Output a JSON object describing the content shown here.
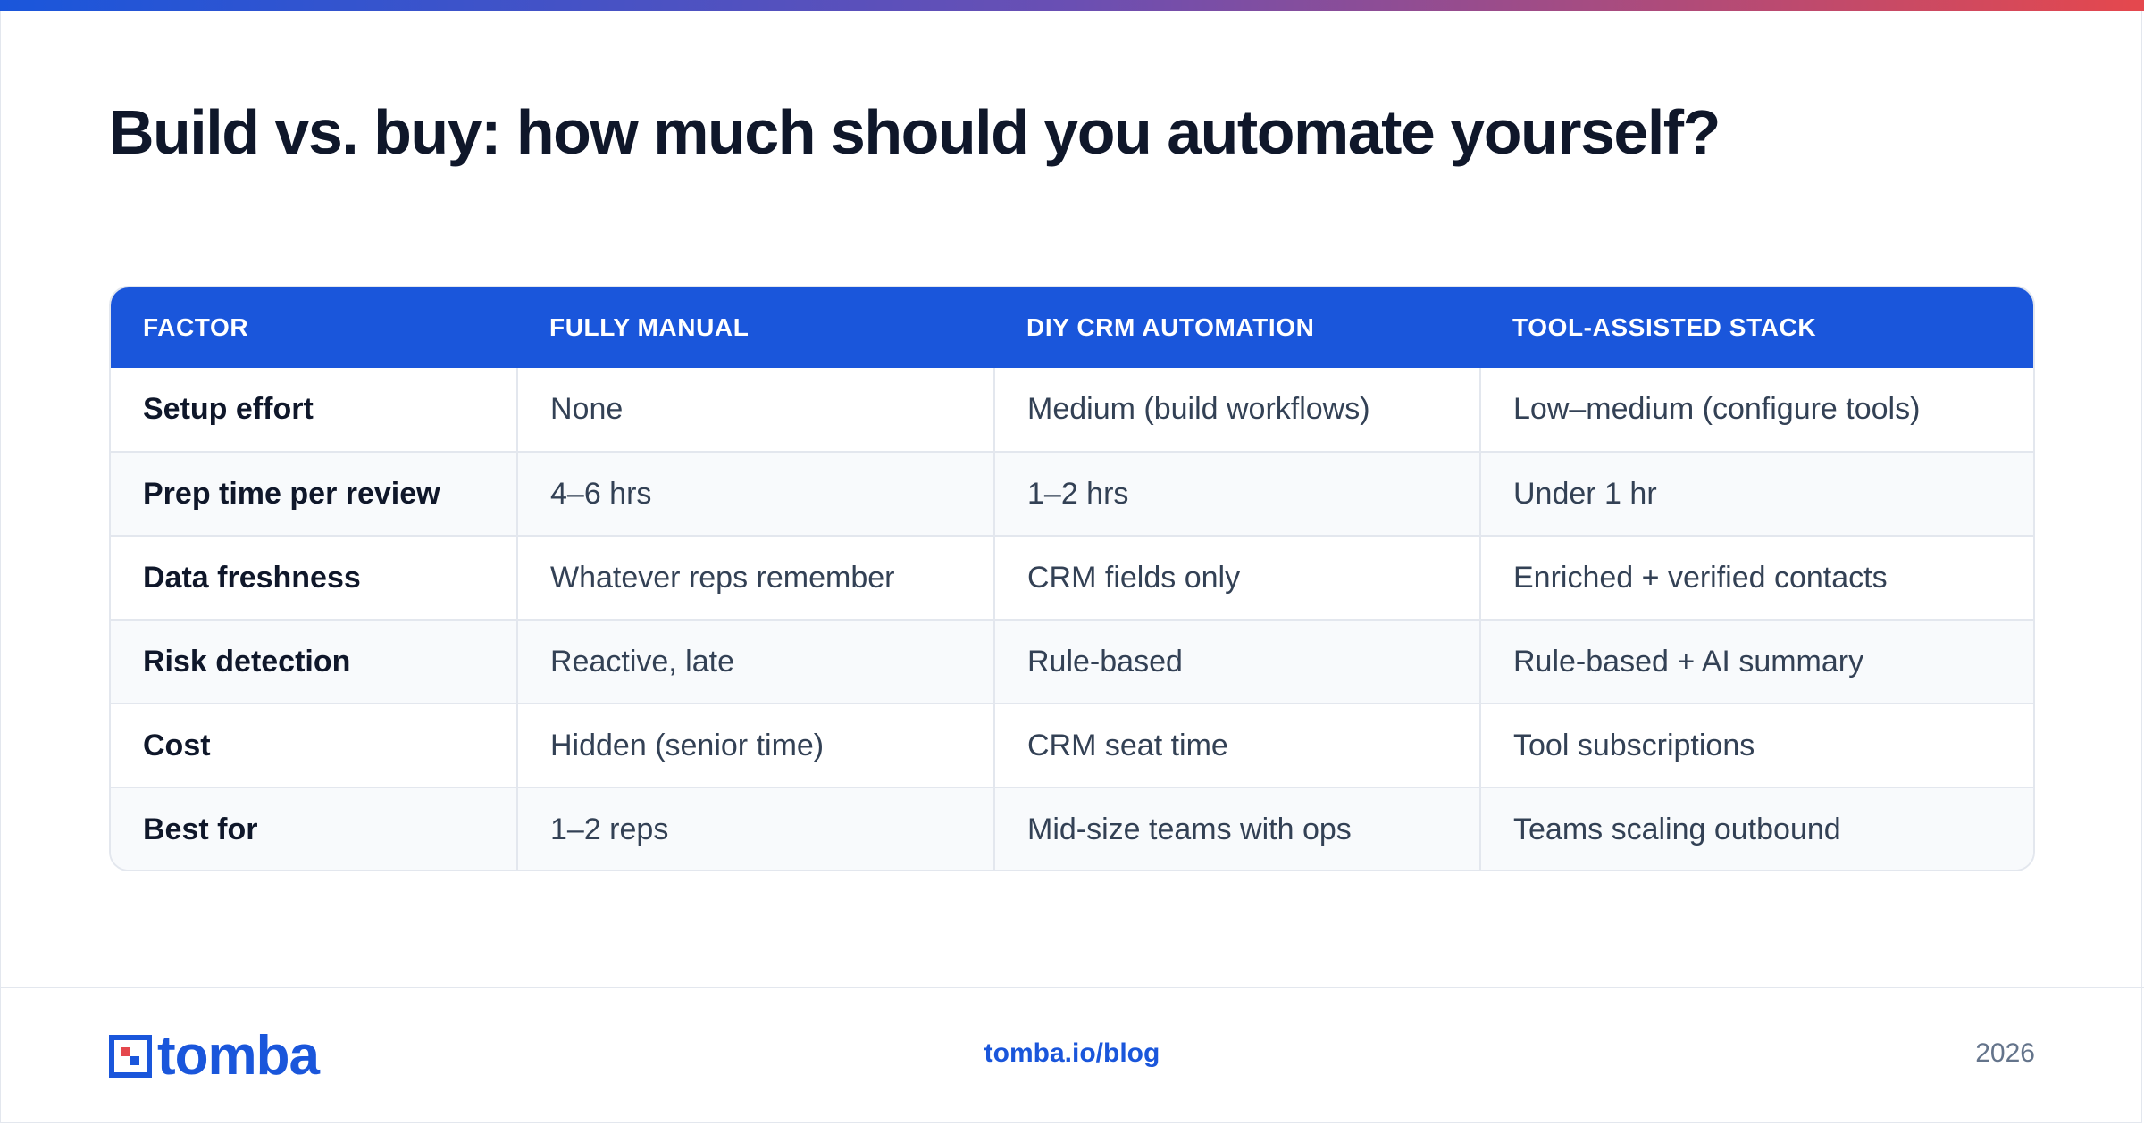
{
  "title": "Build vs. buy: how much should you automate yourself?",
  "table": {
    "headers": [
      "FACTOR",
      "FULLY MANUAL",
      "DIY CRM AUTOMATION",
      "TOOL-ASSISTED STACK"
    ],
    "rows": [
      [
        "Setup effort",
        "None",
        "Medium (build workflows)",
        "Low–medium (configure tools)"
      ],
      [
        "Prep time per review",
        "4–6 hrs",
        "1–2 hrs",
        "Under 1 hr"
      ],
      [
        "Data freshness",
        "Whatever reps remember",
        "CRM fields only",
        "Enriched + verified contacts"
      ],
      [
        "Risk detection",
        "Reactive, late",
        "Rule-based",
        "Rule-based + AI summary"
      ],
      [
        "Cost",
        "Hidden (senior time)",
        "CRM seat time",
        "Tool subscriptions"
      ],
      [
        "Best for",
        "1–2 reps",
        "Mid-size teams with ops",
        "Teams scaling outbound"
      ]
    ]
  },
  "footer": {
    "logo_text": "tomba",
    "link": "tomba.io/blog",
    "year": "2026"
  },
  "colors": {
    "accent": "#1a56db",
    "logo_red": "#e5484d",
    "title": "#0f172a",
    "body_text": "#334155",
    "muted": "#64748b"
  }
}
